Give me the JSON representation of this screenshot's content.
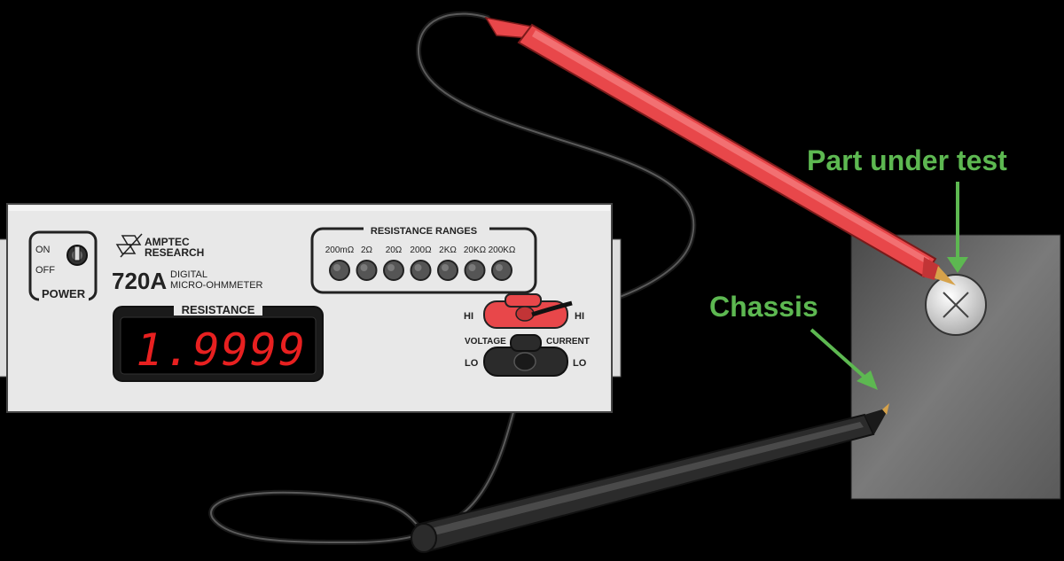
{
  "meter": {
    "power": {
      "on": "ON",
      "off": "OFF",
      "label": "POWER"
    },
    "brand": {
      "line1": "AMPTEC",
      "line2": "RESEARCH"
    },
    "model": "720A",
    "model_desc": {
      "line1": "DIGITAL",
      "line2": "MICRO-OHMMETER"
    },
    "ranges": {
      "title": "RESISTANCE RANGES",
      "items": [
        "200mΩ",
        "2Ω",
        "20Ω",
        "200Ω",
        "2KΩ",
        "20KΩ",
        "200KΩ"
      ]
    },
    "display": {
      "title": "RESISTANCE",
      "reading": "1.9999"
    },
    "terminals": {
      "hi_left": "HI",
      "hi_right": "HI",
      "voltage": "VOLTAGE",
      "current": "CURRENT",
      "lo_left": "LO",
      "lo_right": "LO"
    }
  },
  "annotations": {
    "part": "Part under test",
    "chassis": "Chassis"
  },
  "colors": {
    "annotation": "#5db851",
    "probe_red": "#e8474a",
    "probe_black": "#2b2b2b",
    "display_text": "#e82020"
  }
}
